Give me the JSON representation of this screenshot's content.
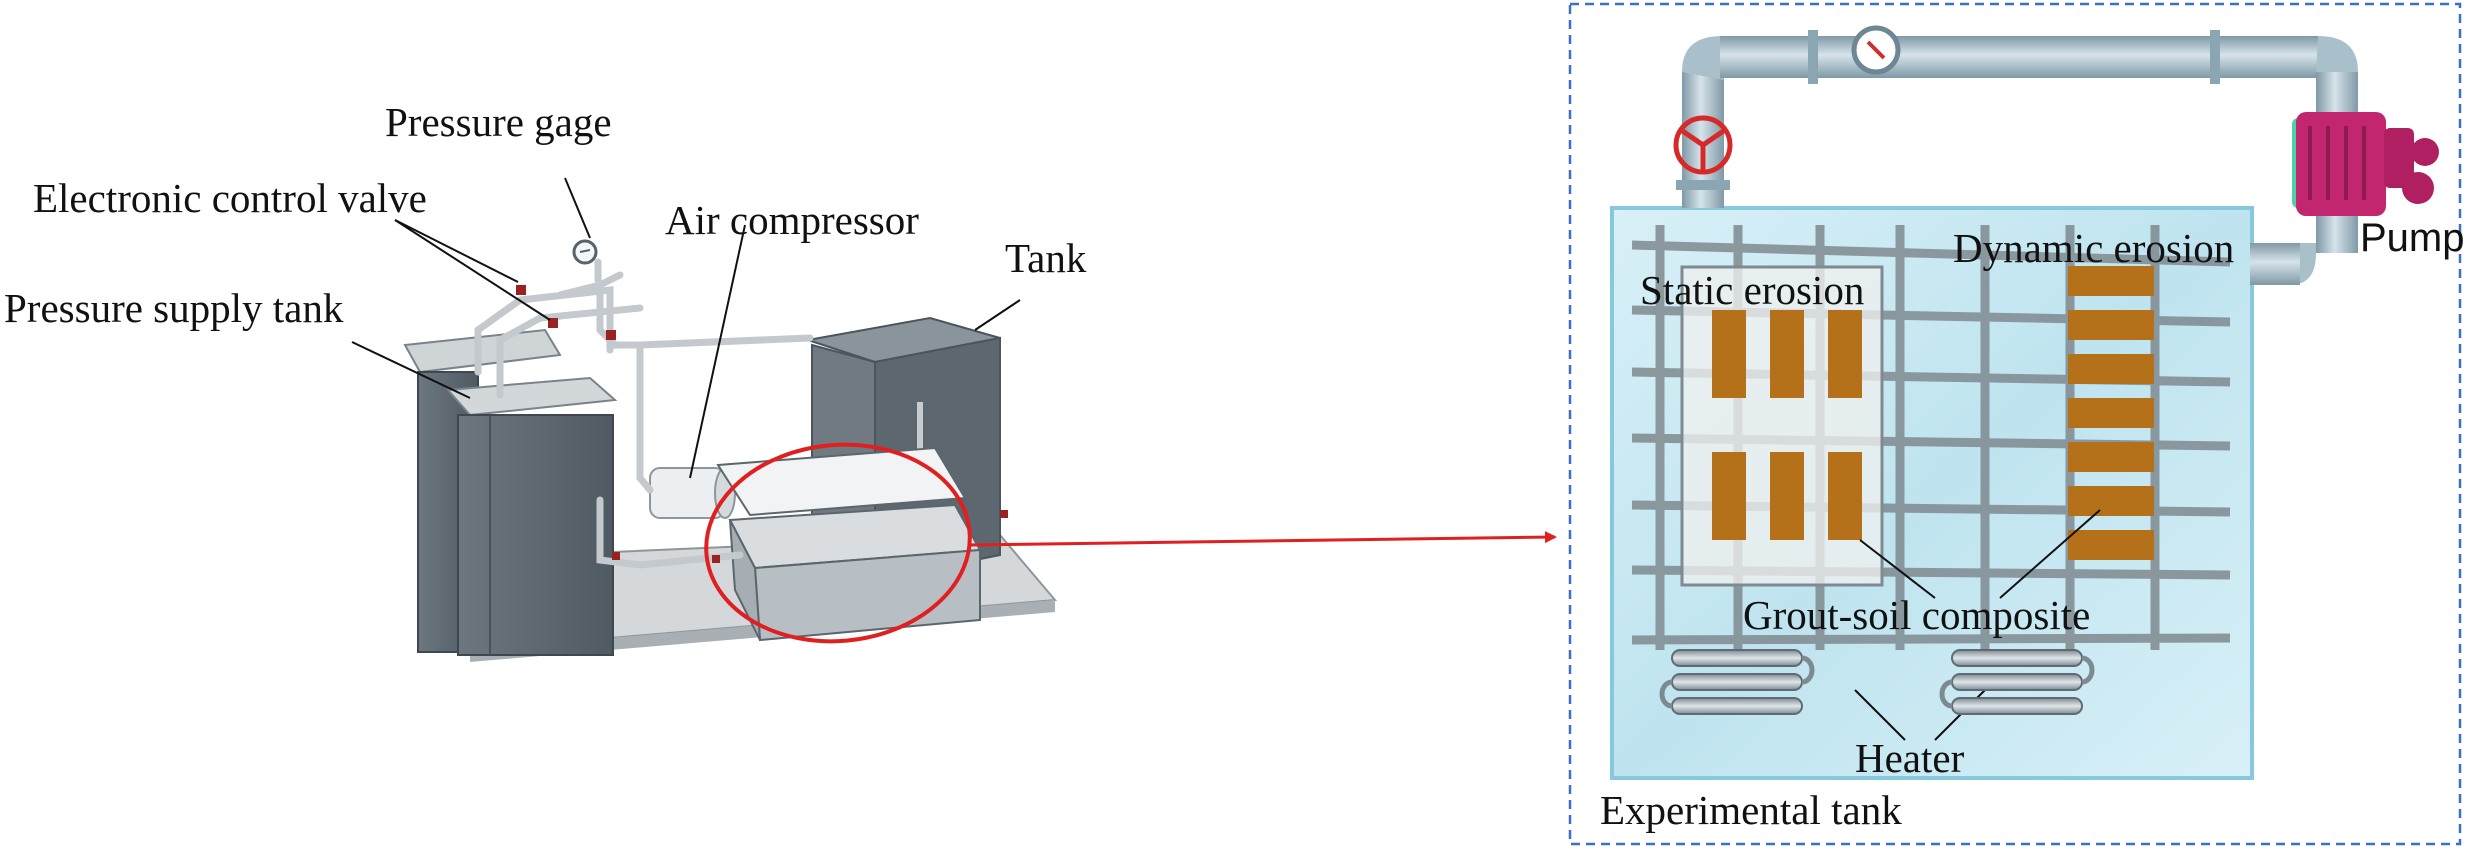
{
  "left_panel": {
    "labels": {
      "pressure_gage": "Pressure gage",
      "electronic_control_valve": "Electronic control valve",
      "air_compressor": "Air compressor",
      "tank": "Tank",
      "pressure_supply_tank": "Pressure supply tank"
    }
  },
  "right_panel": {
    "labels": {
      "static_erosion": "Static erosion",
      "dynamic_erosion": "Dynamic erosion",
      "pump": "Pump",
      "grout_soil_composite": "Grout-soil composite",
      "heater": "Heater",
      "experimental_tank": "Experimental tank"
    }
  },
  "colors": {
    "metal_dark": "#5f6a72",
    "metal_light": "#c9ced2",
    "highlight_red": "#e02020",
    "water": "#cdeaf3",
    "pipe": "#9fb8c4",
    "sample": "#b5711a",
    "pump": "#c2266e",
    "frame_blue": "#3b6fc8"
  }
}
